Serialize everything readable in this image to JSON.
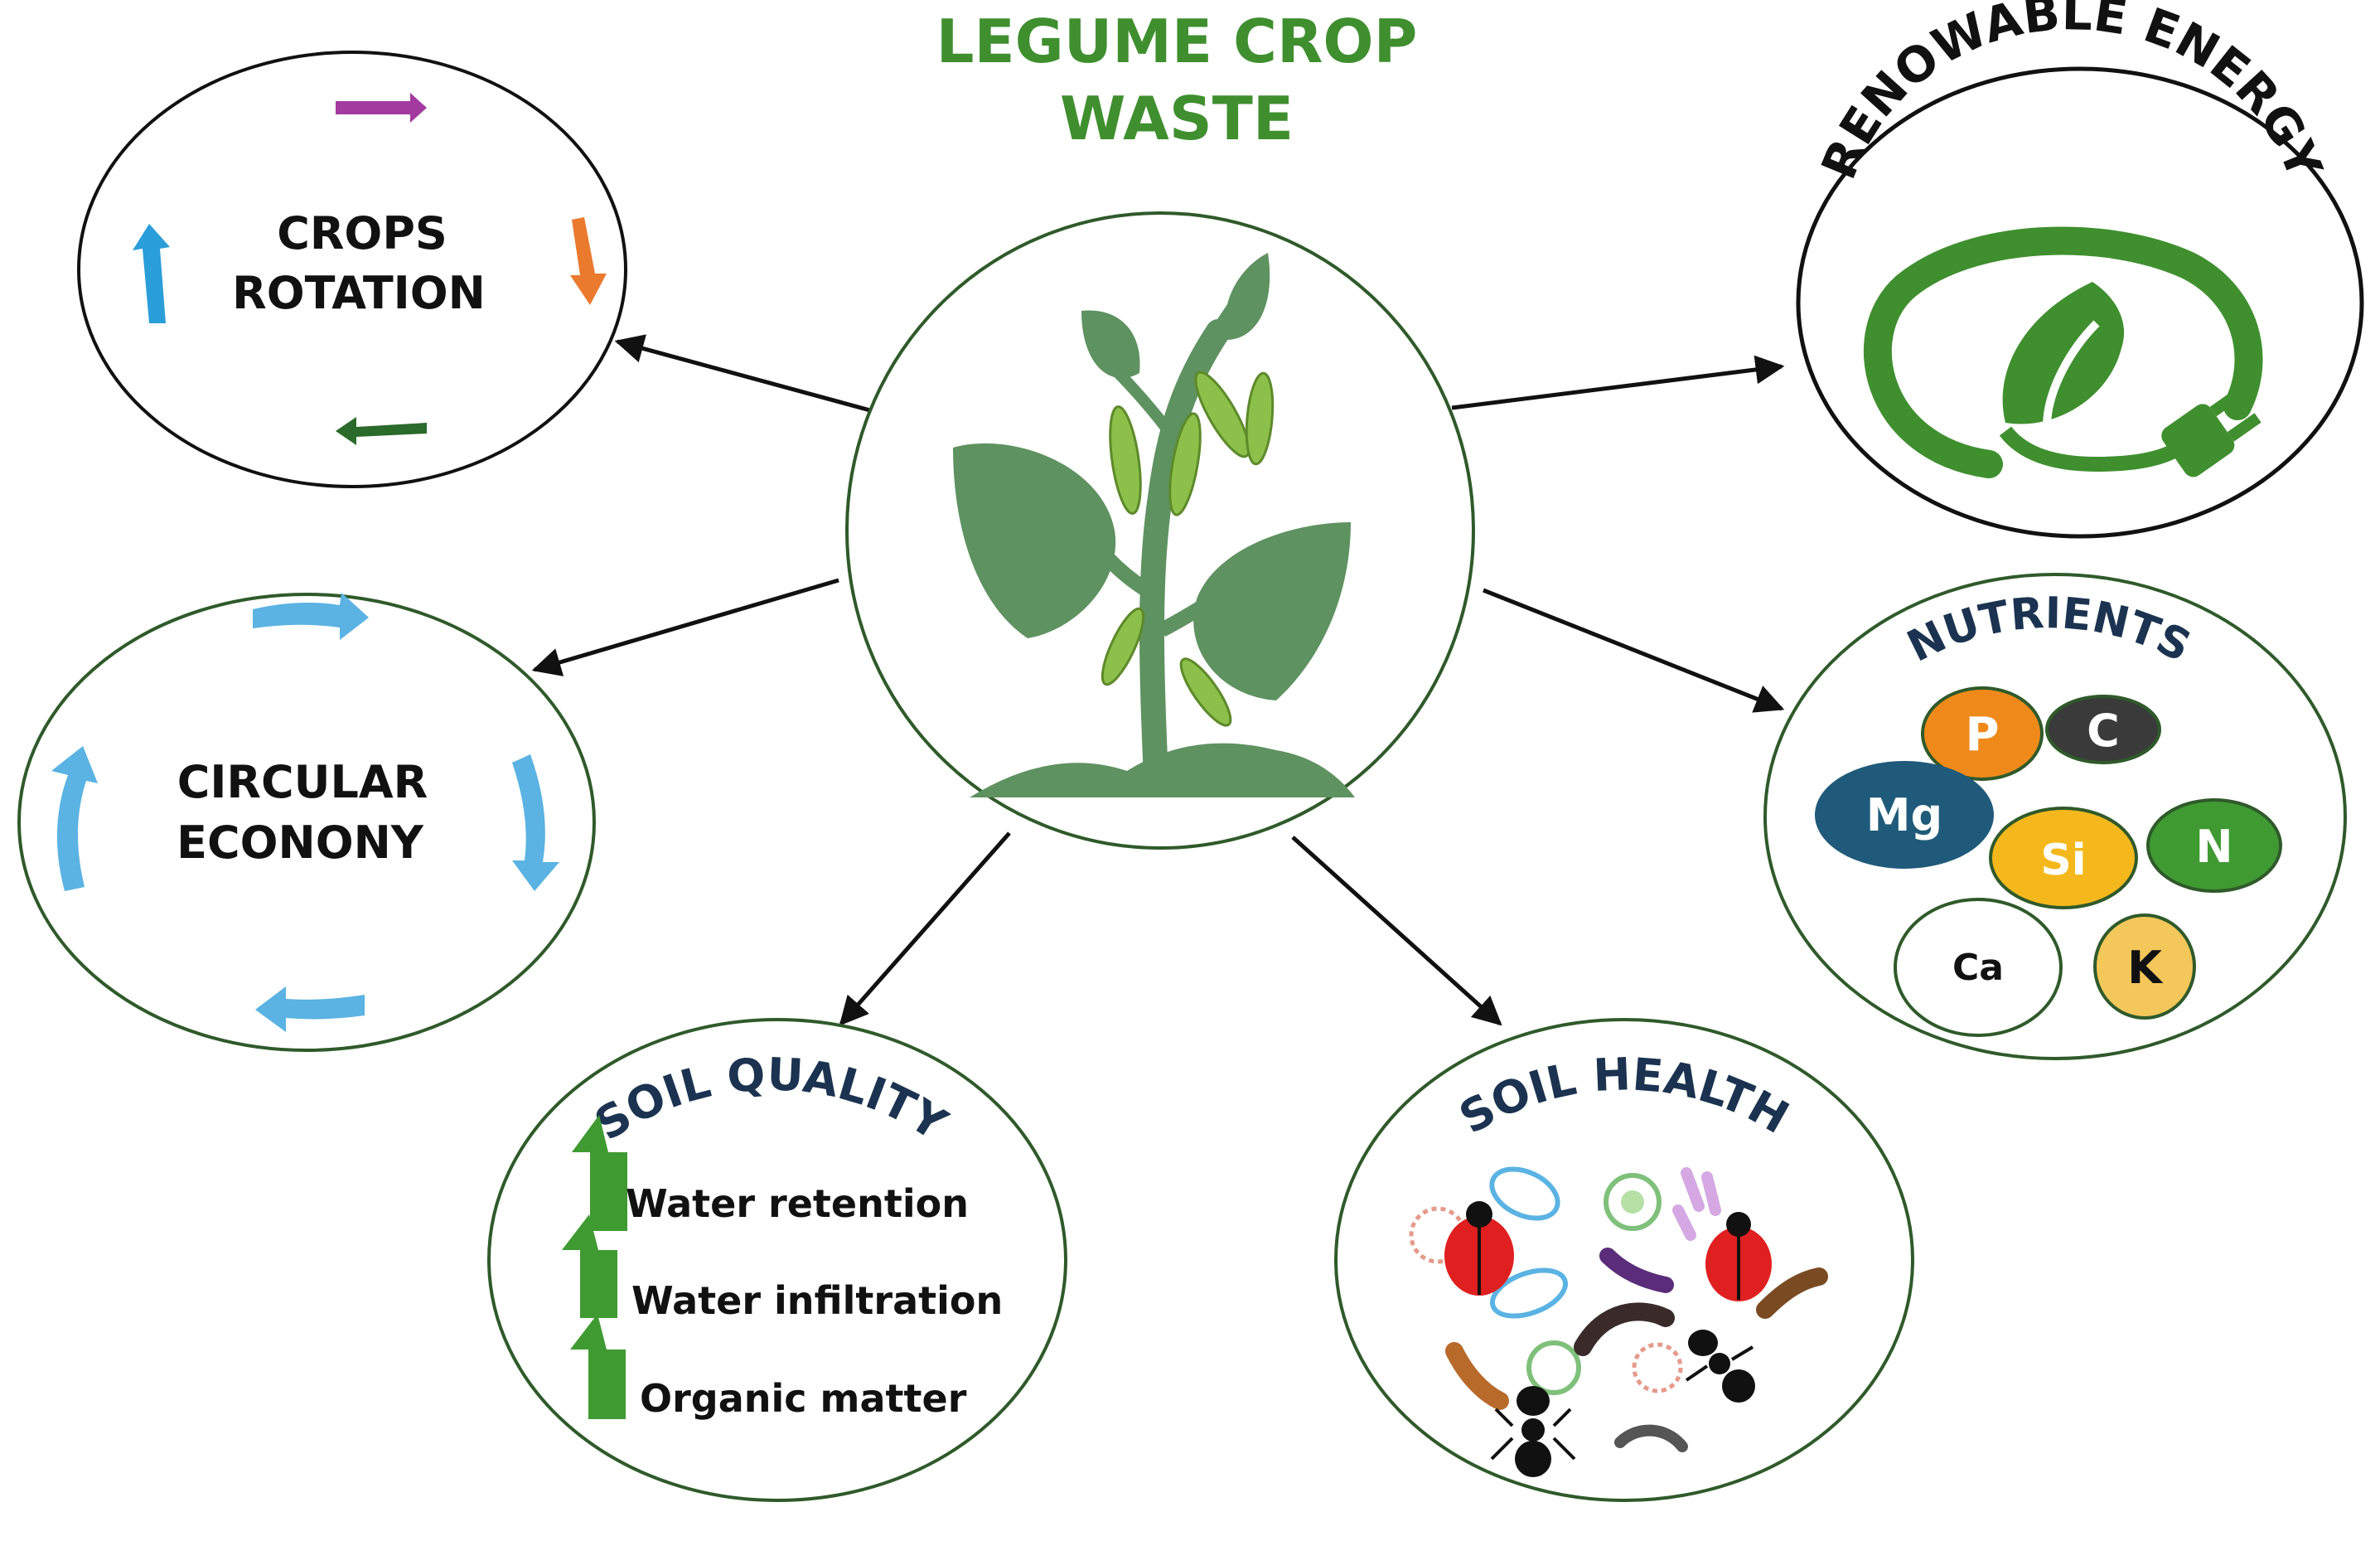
{
  "title": {
    "line1": "LEGUME CROP",
    "line2": "WASTE"
  },
  "center": {
    "icon": "legume-plant-icon"
  },
  "nodes": {
    "crops_rotation": {
      "line1": "CROPS",
      "line2": "ROTATION",
      "icon": "rotation-arrows-icon"
    },
    "circular_economy": {
      "line1": "CIRCULAR",
      "line2": "ECONONY",
      "icon": "cycle-arrows-icon"
    },
    "renewable_energy": {
      "label": "RENOWABLE ENERGY",
      "icon": "leaf-plug-icon"
    },
    "nutrients": {
      "label": "NUTRIENTS",
      "elements": [
        {
          "symbol": "P",
          "color": "#ef8a1a"
        },
        {
          "symbol": "C",
          "color": "#3a3a3a"
        },
        {
          "symbol": "Mg",
          "color": "#1f5a7a"
        },
        {
          "symbol": "Si",
          "color": "#f5b81c"
        },
        {
          "symbol": "N",
          "color": "#3f9a32"
        },
        {
          "symbol": "Ca",
          "color": "#ffffff"
        },
        {
          "symbol": "K",
          "color": "#f3c75a"
        }
      ]
    },
    "soil_quality": {
      "label": "SOIL QUALITY",
      "items": [
        "Water retention",
        "Water infiltration",
        "Organic matter"
      ],
      "icon": "up-arrow-icon"
    },
    "soil_health": {
      "label": "SOIL HEALTH",
      "icon": "soil-organisms-icon"
    }
  },
  "colors": {
    "title": "#3f8f2f",
    "circle_stroke": "#2f5a2a",
    "plant": "#5e9260",
    "pod": "#8cc04a",
    "cycle_blue": "#5ab3e2",
    "arrow_green": "#3f9a32"
  }
}
